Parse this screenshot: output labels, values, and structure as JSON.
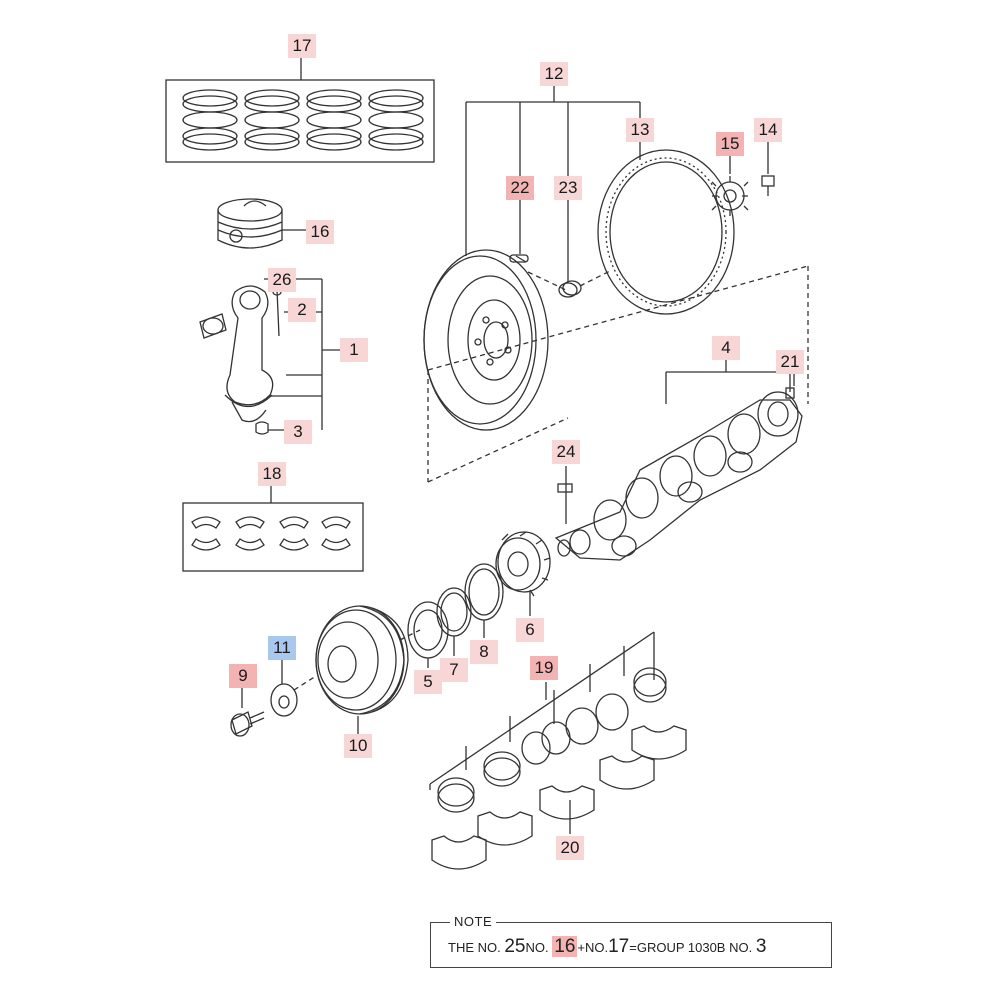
{
  "callouts": [
    {
      "id": "17",
      "style": "pink"
    },
    {
      "id": "16",
      "style": "pink"
    },
    {
      "id": "26",
      "style": "pink"
    },
    {
      "id": "2",
      "style": "pink"
    },
    {
      "id": "1",
      "style": "pink"
    },
    {
      "id": "3",
      "style": "pink"
    },
    {
      "id": "18",
      "style": "pink"
    },
    {
      "id": "12",
      "style": "pink"
    },
    {
      "id": "22",
      "style": "red"
    },
    {
      "id": "23",
      "style": "pink"
    },
    {
      "id": "13",
      "style": "pink"
    },
    {
      "id": "15",
      "style": "red"
    },
    {
      "id": "14",
      "style": "pink"
    },
    {
      "id": "4",
      "style": "pink"
    },
    {
      "id": "21",
      "style": "pink"
    },
    {
      "id": "24",
      "style": "pink"
    },
    {
      "id": "6",
      "style": "pink"
    },
    {
      "id": "5",
      "style": "pink"
    },
    {
      "id": "7",
      "style": "pink"
    },
    {
      "id": "8",
      "style": "pink"
    },
    {
      "id": "9",
      "style": "red"
    },
    {
      "id": "11",
      "style": "blue"
    },
    {
      "id": "10",
      "style": "pink"
    },
    {
      "id": "19",
      "style": "red"
    },
    {
      "id": "20",
      "style": "pink"
    }
  ],
  "note": {
    "title": "NOTE",
    "prefix": "THE NO.",
    "num1": "25",
    "sep1": "NO.",
    "num2": "16",
    "sep2": "+NO.",
    "num3": "17",
    "group": "=GROUP 1030B NO.",
    "num4": "3"
  }
}
